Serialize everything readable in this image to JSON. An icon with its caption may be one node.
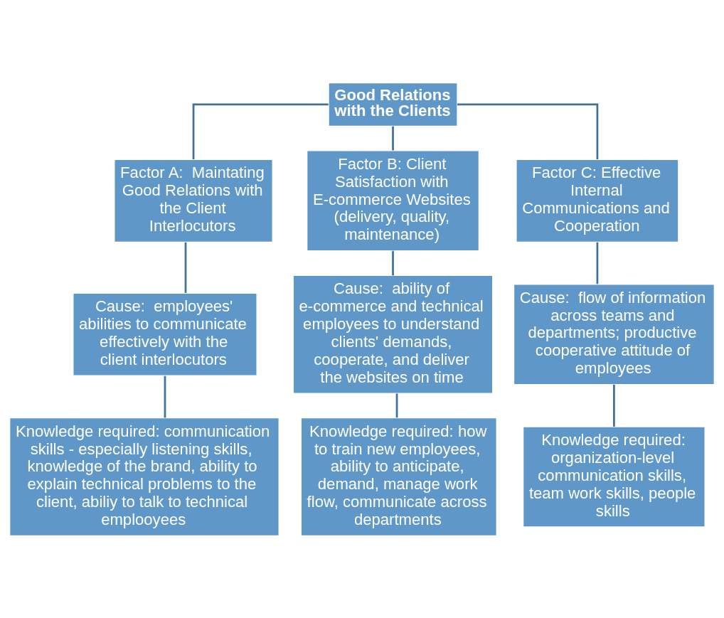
{
  "diagram": {
    "nodes": [
      {
        "text": [
          "Good Relations with the Clients"
        ]
      },
      {
        "text": [
          "Factor A:  Maintating Good Relations with the Client Interlocutors"
        ]
      },
      {
        "text": [
          "Factor B: Client Satisfaction with E-commerce Websites (delivery, quality, maintenance)"
        ]
      },
      {
        "text": [
          "Factor C: Effective Internal Communications and Cooperation"
        ]
      },
      {
        "text": [
          "Cause:  employees' abilities to communicate effectively with the client interlocutors"
        ]
      },
      {
        "text": [
          "Knowledge required: communication skills - especially listening skills, knowledge of the brand, ability to explain technical problems to the client, abiliy to talk to technical emplooyees"
        ]
      },
      {
        "text": [
          "Cause:  ability of e-commerce and technical employees to understand clients' demands, cooperate, and deliver the websites on time"
        ]
      },
      {
        "text": [
          "Knowledge required: how to train new employees, ability to anticipate, demand, manage work flow, communicate across departments"
        ]
      },
      {
        "text": [
          "Cause:  flow of information across teams and departments; productive cooperative attitude of employees"
        ]
      },
      {
        "text": [
          "Knowledge required: organization-level communication skills, team work skills, people skills"
        ]
      }
    ],
    "edges": [
      {
        "from": 0,
        "to": 1,
        "arrow": "none"
      },
      {
        "from": 0,
        "to": 2,
        "arrow": "none"
      },
      {
        "from": 0,
        "to": 3,
        "arrow": "none"
      },
      {
        "from": 1,
        "to": 4,
        "arrow": "none"
      },
      {
        "from": 4,
        "to": 5,
        "arrow": "none"
      },
      {
        "from": 2,
        "to": 6,
        "arrow": "none"
      },
      {
        "from": 6,
        "to": 7,
        "arrow": "none"
      },
      {
        "from": 3,
        "to": 8,
        "arrow": "none"
      },
      {
        "from": 8,
        "to": 9,
        "arrow": "none"
      }
    ]
  }
}
